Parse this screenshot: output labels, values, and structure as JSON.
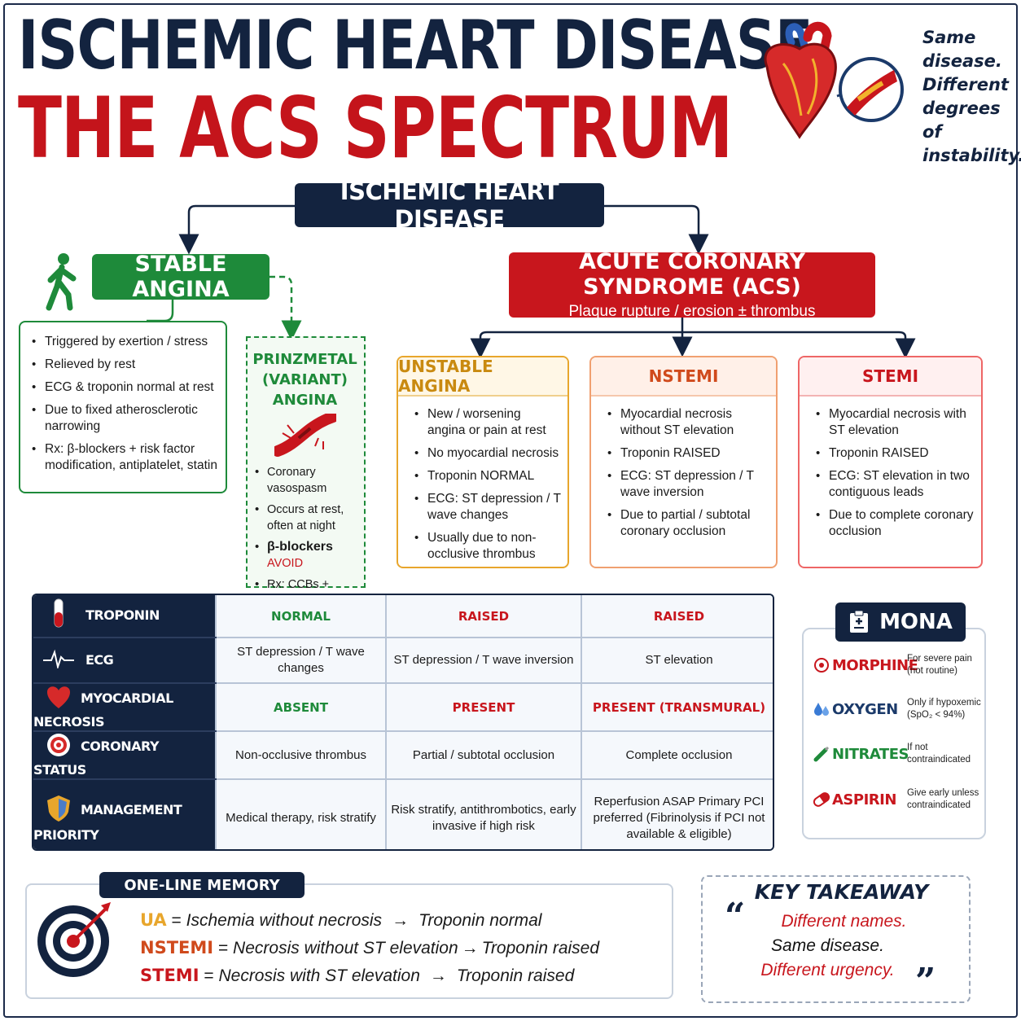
{
  "title_line1": "ISCHEMIC HEART DISEASE",
  "title_line2": "THE ACS SPECTRUM",
  "tagline": "Same disease. Different degrees of instability.",
  "colors": {
    "navy": "#13233f",
    "red": "#c8161d",
    "green": "#1e8a3a",
    "amber": "#e8a62c",
    "orange": "#d04a1c"
  },
  "root": {
    "label": "ISCHEMIC HEART DISEASE"
  },
  "stable": {
    "label": "STABLE ANGINA",
    "items": [
      "Triggered by exertion / stress",
      "Relieved by rest",
      "ECG & troponin normal at rest",
      "Due to fixed atherosclerotic narrowing",
      "Rx: β-blockers + risk factor modification, antiplatelet, statin"
    ]
  },
  "prinzmetal": {
    "title": "PRINZMETAL (VARIANT) ANGINA",
    "items": [
      "Coronary vasospasm",
      "Occurs at rest, often at night"
    ],
    "bb_label": "β-blockers",
    "avoid_label": "AVOID",
    "rx": "Rx: CCBs + nitrates"
  },
  "acs": {
    "label": "ACUTE CORONARY SYNDROME (ACS)",
    "subtitle": "Plaque rupture / erosion ± thrombus"
  },
  "ua": {
    "label": "UNSTABLE ANGINA",
    "items": [
      "New / worsening angina or pain at rest",
      "No myocardial necrosis",
      "Troponin NORMAL",
      "ECG: ST depression / T wave changes",
      "Usually due to non-occlusive thrombus"
    ]
  },
  "nstemi": {
    "label": "NSTEMI",
    "items": [
      "Myocardial necrosis without ST elevation",
      "Troponin RAISED",
      "ECG: ST depression / T wave inversion",
      "Due to partial / subtotal coronary occlusion"
    ]
  },
  "stemi": {
    "label": "STEMI",
    "items": [
      "Myocardial necrosis with ST elevation",
      "Troponin RAISED",
      "ECG: ST elevation in two contiguous leads",
      "Due to complete coronary occlusion"
    ]
  },
  "table": {
    "rows": [
      {
        "label": "TROPONIN",
        "icon": "test-tube-icon",
        "cells": [
          "NORMAL",
          "RAISED",
          "RAISED"
        ]
      },
      {
        "label": "ECG",
        "icon": "ecg-icon",
        "cells": [
          "ST depression / T wave changes",
          "ST depression / T wave inversion",
          "ST elevation"
        ]
      },
      {
        "label": "MYOCARDIAL NECROSIS",
        "icon": "heart-icon",
        "cells": [
          "ABSENT",
          "PRESENT",
          "PRESENT (TRANSMURAL)"
        ]
      },
      {
        "label": "CORONARY STATUS",
        "icon": "target-icon",
        "cells": [
          "Non-occlusive thrombus",
          "Partial / subtotal occlusion",
          "Complete occlusion"
        ]
      },
      {
        "label": "MANAGEMENT PRIORITY",
        "icon": "shield-icon",
        "cells": [
          "Medical therapy, risk stratify",
          "Risk stratify, antithrombotics, early invasive if high risk",
          "Reperfusion ASAP Primary PCI preferred (Fibrinolysis if PCI not available & eligible)"
        ]
      }
    ]
  },
  "mona": {
    "title": "MONA",
    "items": [
      {
        "name": "MORPHINE",
        "icon": "pain-icon",
        "desc": "For severe pain (not routine)"
      },
      {
        "name": "OXYGEN",
        "icon": "oxygen-drops-icon",
        "desc": "Only if hypoxemic (SpO₂ < 94%)"
      },
      {
        "name": "NITRATES",
        "icon": "spray-icon",
        "desc": "If not contraindicated"
      },
      {
        "name": "ASPIRIN",
        "icon": "pill-icon",
        "desc": "Give early unless contraindicated"
      }
    ]
  },
  "memory": {
    "title": "ONE-LINE MEMORY",
    "lines": [
      {
        "key": "UA",
        "left": "Ischemia without necrosis",
        "right": "Troponin normal"
      },
      {
        "key": "NSTEMI",
        "left": "Necrosis without ST elevation",
        "right": "Troponin raised"
      },
      {
        "key": "STEMI",
        "left": "Necrosis with ST elevation",
        "right": "Troponin raised"
      }
    ]
  },
  "takeaway": {
    "title": "KEY TAKEAWAY",
    "lines": [
      "Different names.",
      "Same disease.",
      "Different urgency."
    ]
  }
}
